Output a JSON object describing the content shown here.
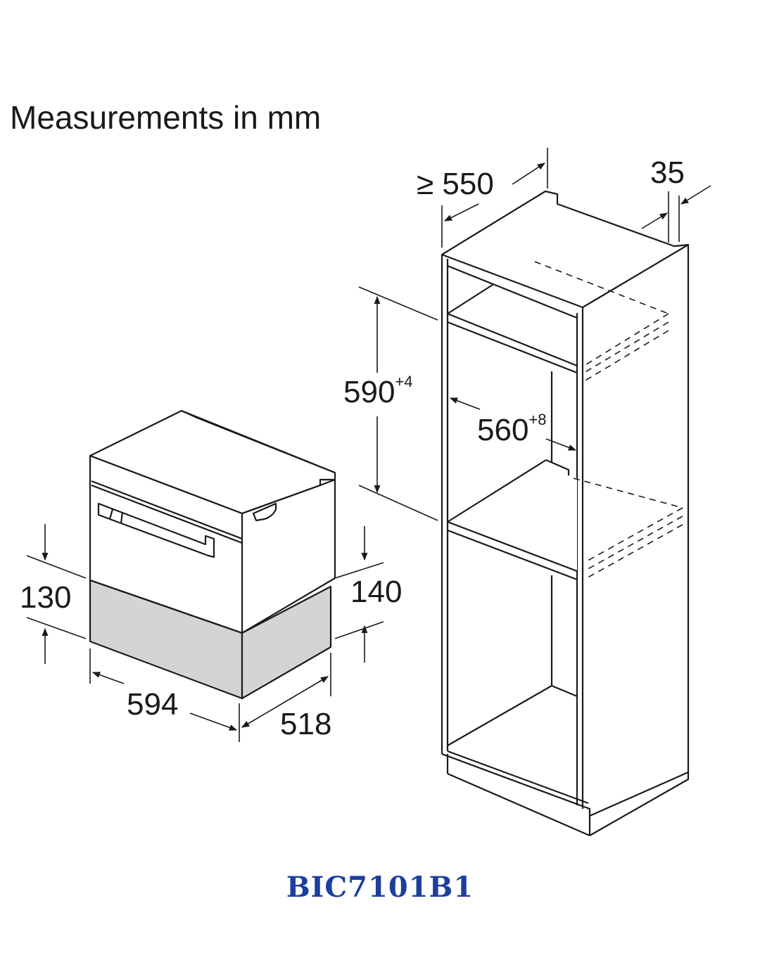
{
  "title": "Measurements in mm",
  "model": "BIC7101B1",
  "colors": {
    "line": "#1a1a1a",
    "drawer_fill": "#d4d4d4",
    "model": "#1c3f9e"
  },
  "dimensions": {
    "cabinet_depth": "≥ 550",
    "cabinet_wall": "35",
    "niche_height": "590",
    "niche_height_tol": "+4",
    "niche_width": "560",
    "niche_width_tol": "+8",
    "front_height": "130",
    "body_height": "140",
    "width": "594",
    "depth": "518"
  }
}
